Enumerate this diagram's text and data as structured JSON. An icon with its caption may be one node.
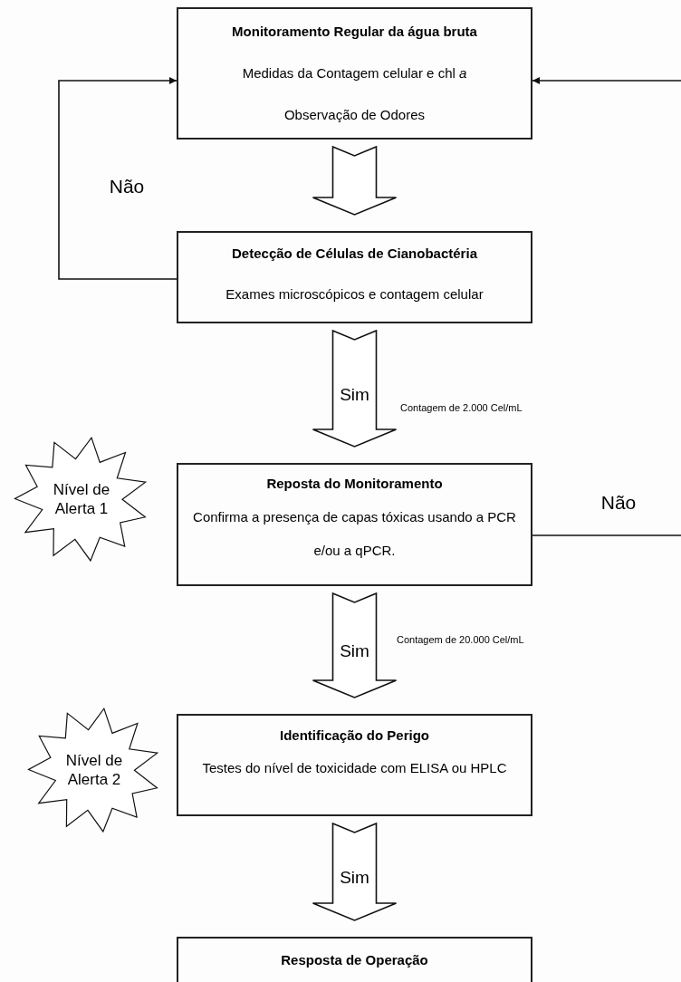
{
  "diagram": {
    "nodes": [
      {
        "text": [
          "Monitoramento Regular da água bruta",
          "Medidas da Contagem celular e chl *a*",
          "Observação de Odores"
        ]
      },
      {
        "text": [
          "Detecção de Células de Cianobactéria",
          "Exames microscópicos e contagem celular"
        ]
      },
      {
        "text": [
          "Nível de Alerta 1"
        ]
      },
      {
        "text": [
          "Reposta do Monitoramento",
          "Confirma a presença de capas tóxicas usando a PCR e/ou a qPCR."
        ]
      },
      {
        "text": [
          "Nível de Alerta 2"
        ]
      },
      {
        "text": [
          "Identificação do Perigo",
          "Testes do nível de toxicidade com ELISA ou HPLC"
        ]
      },
      {
        "text": [
          "Resposta de Operação"
        ]
      }
    ],
    "edges": [
      {
        "from": 0,
        "to": 1,
        "arrow": "to",
        "style": "thick"
      },
      {
        "from": 1,
        "to": 0,
        "arrow": "to",
        "label": "Não"
      },
      {
        "from": 1,
        "to": 3,
        "arrow": "to",
        "style": "thick",
        "label": "Sim"
      },
      {
        "from": 3,
        "to": null,
        "arrow": "none",
        "label": "Não"
      },
      {
        "from": null,
        "to": 0,
        "arrow": "to"
      },
      {
        "from": 3,
        "to": 5,
        "arrow": "to",
        "style": "thick",
        "label": "Sim"
      },
      {
        "from": 5,
        "to": 6,
        "arrow": "to",
        "style": "thick",
        "label": "Sim"
      }
    ],
    "labels": [
      "Contagem de 2.000 Cel/mL",
      "Contagem de 20.000 Cel/mL"
    ]
  }
}
